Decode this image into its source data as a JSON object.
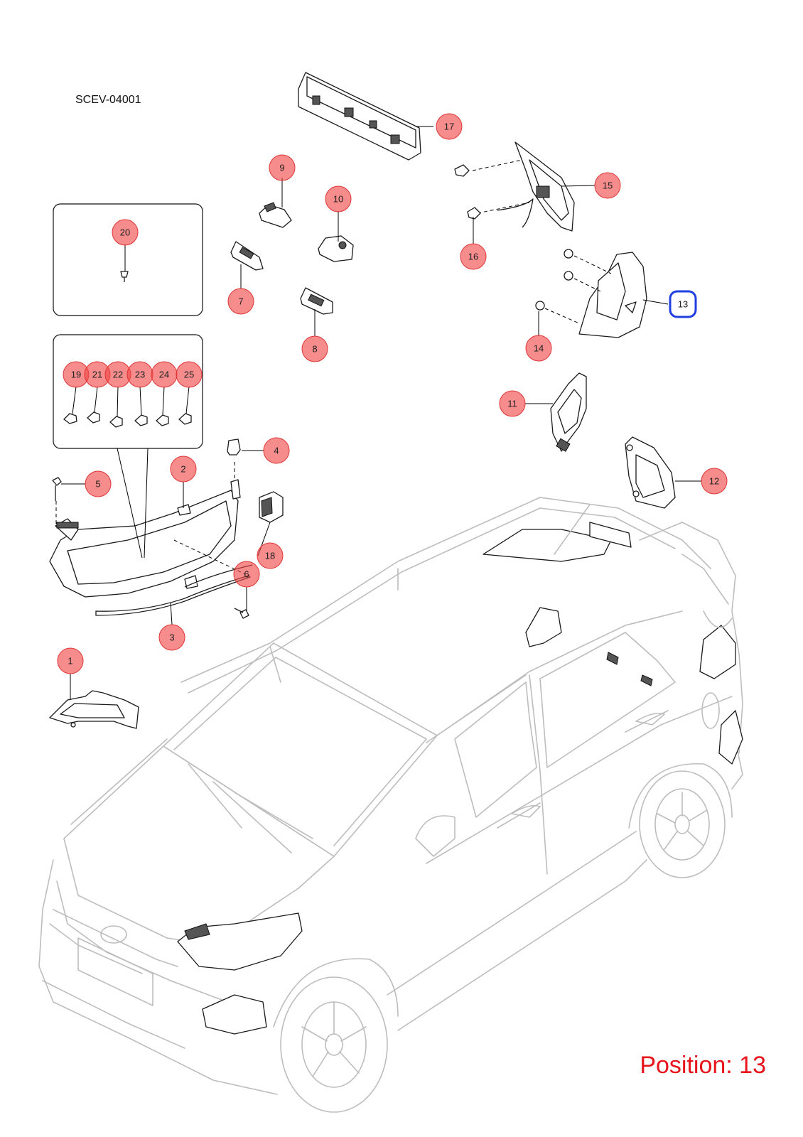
{
  "header": {
    "code": "SCEV-04001"
  },
  "footer": {
    "position_text": "Position: 13"
  },
  "colors": {
    "callout_fill": "#f04646",
    "selected_outline": "#1f3fe0",
    "position_text": "#e8141b",
    "car_outline": "#bdbdbd"
  },
  "selected_position": "13",
  "callouts": [
    {
      "id": "1",
      "label": "1"
    },
    {
      "id": "2",
      "label": "2"
    },
    {
      "id": "3",
      "label": "3"
    },
    {
      "id": "4",
      "label": "4"
    },
    {
      "id": "5",
      "label": "5"
    },
    {
      "id": "6",
      "label": "6"
    },
    {
      "id": "7",
      "label": "7"
    },
    {
      "id": "8",
      "label": "8"
    },
    {
      "id": "9",
      "label": "9"
    },
    {
      "id": "10",
      "label": "10"
    },
    {
      "id": "11",
      "label": "11"
    },
    {
      "id": "12",
      "label": "12"
    },
    {
      "id": "13",
      "label": "13"
    },
    {
      "id": "14",
      "label": "14"
    },
    {
      "id": "15",
      "label": "15"
    },
    {
      "id": "16",
      "label": "16"
    },
    {
      "id": "17",
      "label": "17"
    },
    {
      "id": "18",
      "label": "18"
    },
    {
      "id": "19",
      "label": "19"
    },
    {
      "id": "20",
      "label": "20"
    },
    {
      "id": "21",
      "label": "21"
    },
    {
      "id": "22",
      "label": "22"
    },
    {
      "id": "23",
      "label": "23"
    },
    {
      "id": "24",
      "label": "24"
    },
    {
      "id": "25",
      "label": "25"
    }
  ]
}
